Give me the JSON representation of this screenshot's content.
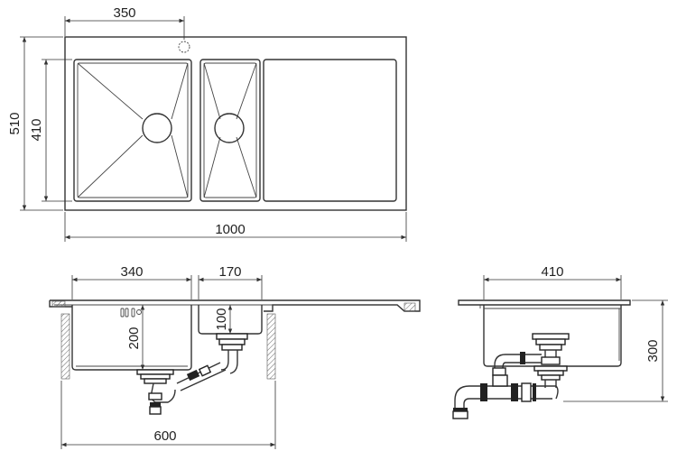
{
  "drawing": {
    "top_view": {
      "width_label": "1000",
      "height_label": "510",
      "bowl_height_label": "410",
      "tap_offset_label": "350"
    },
    "front_view": {
      "bowl1_width_label": "340",
      "bowl2_width_label": "170",
      "bowl1_depth_label": "200",
      "bowl2_depth_label": "100",
      "cabinet_width_label": "600"
    },
    "side_view": {
      "depth_label": "410",
      "height_label": "300"
    }
  }
}
